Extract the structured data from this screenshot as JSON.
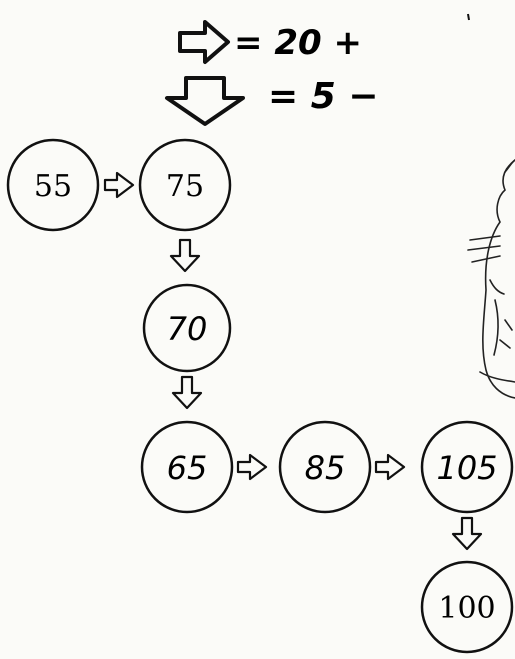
{
  "legend": {
    "right_arrow_rule": "= 20 +",
    "down_arrow_rule": "= 5 −"
  },
  "nodes": [
    {
      "id": "n55",
      "value": "55",
      "style": "print"
    },
    {
      "id": "n75",
      "value": "75",
      "style": "print"
    },
    {
      "id": "n70",
      "value": "70",
      "style": "hand"
    },
    {
      "id": "n65",
      "value": "65",
      "style": "hand"
    },
    {
      "id": "n85",
      "value": "85",
      "style": "hand"
    },
    {
      "id": "n105",
      "value": "105",
      "style": "hand"
    },
    {
      "id": "n100",
      "value": "100",
      "style": "print"
    }
  ],
  "edges": [
    {
      "from": "n55",
      "to": "n75",
      "direction": "right"
    },
    {
      "from": "n75",
      "to": "n70",
      "direction": "down"
    },
    {
      "from": "n70",
      "to": "n65",
      "direction": "down"
    },
    {
      "from": "n65",
      "to": "n85",
      "direction": "right"
    },
    {
      "from": "n85",
      "to": "n105",
      "direction": "right"
    },
    {
      "from": "n105",
      "to": "n100",
      "direction": "down"
    }
  ],
  "colors": {
    "ink": "#111111",
    "paper": "#fbfbf8"
  },
  "decoration": "cat-sketch"
}
